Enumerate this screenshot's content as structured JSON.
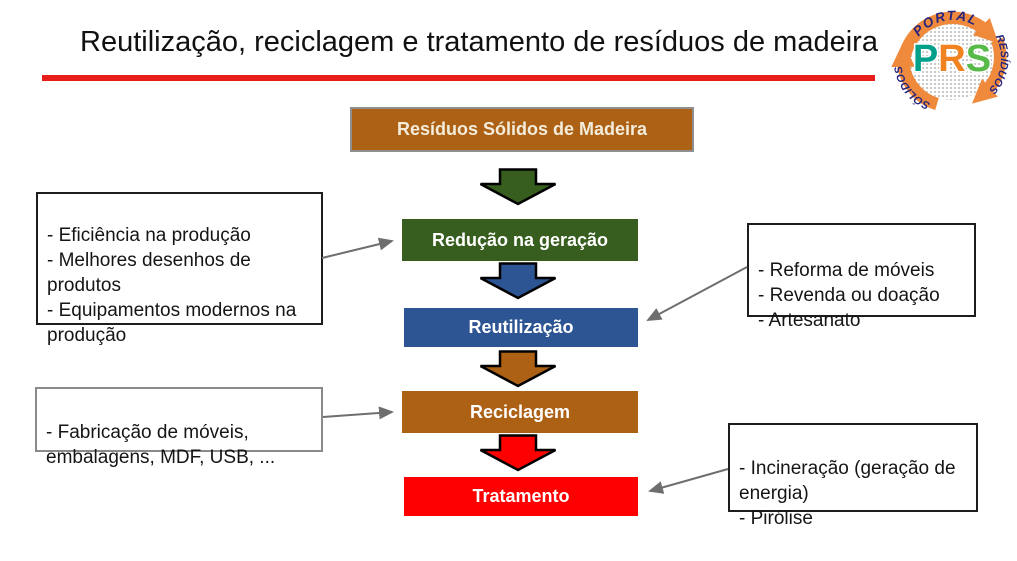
{
  "title": "Reutilização, reciclagem e tratamento de resíduos de madeira",
  "accent": {
    "rule_color": "#e91c1c"
  },
  "logo": {
    "arc_top": "PORTAL",
    "arc_right": "RESÍDUOS",
    "arc_left": "SÓLIDOS",
    "center": {
      "p": "P",
      "r": "R",
      "s": "S"
    },
    "colors": {
      "arrow": "#EF8A3D",
      "arc_text": "#26267E",
      "p": "#00A08B",
      "r": "#F08220",
      "s": "#57BA48"
    }
  },
  "flow": {
    "source": {
      "label": "Resíduos Sólidos de Madeira",
      "color": "#AC6115",
      "text_color": "#F3ECDA"
    },
    "steps": [
      {
        "label": "Redução na geração",
        "color": "#375D1F"
      },
      {
        "label": "Reutilização",
        "color": "#2D5493"
      },
      {
        "label": "Reciclagem",
        "color": "#AC6115"
      },
      {
        "label": "Tratamento",
        "color": "#FE0000"
      }
    ]
  },
  "annotations": {
    "reducao": {
      "text": "- Eficiência na produção\n- Melhores desenhos de produtos\n- Equipamentos modernos na produção"
    },
    "reutilizacao": {
      "text": "- Reforma de móveis\n- Revenda ou doação\n- Artesanato"
    },
    "reciclagem": {
      "text": "- Fabricação de móveis, embalagens, MDF, USB, ..."
    },
    "tratamento": {
      "text": "- Incineração (geração de energia)\n- Pirólise"
    }
  }
}
